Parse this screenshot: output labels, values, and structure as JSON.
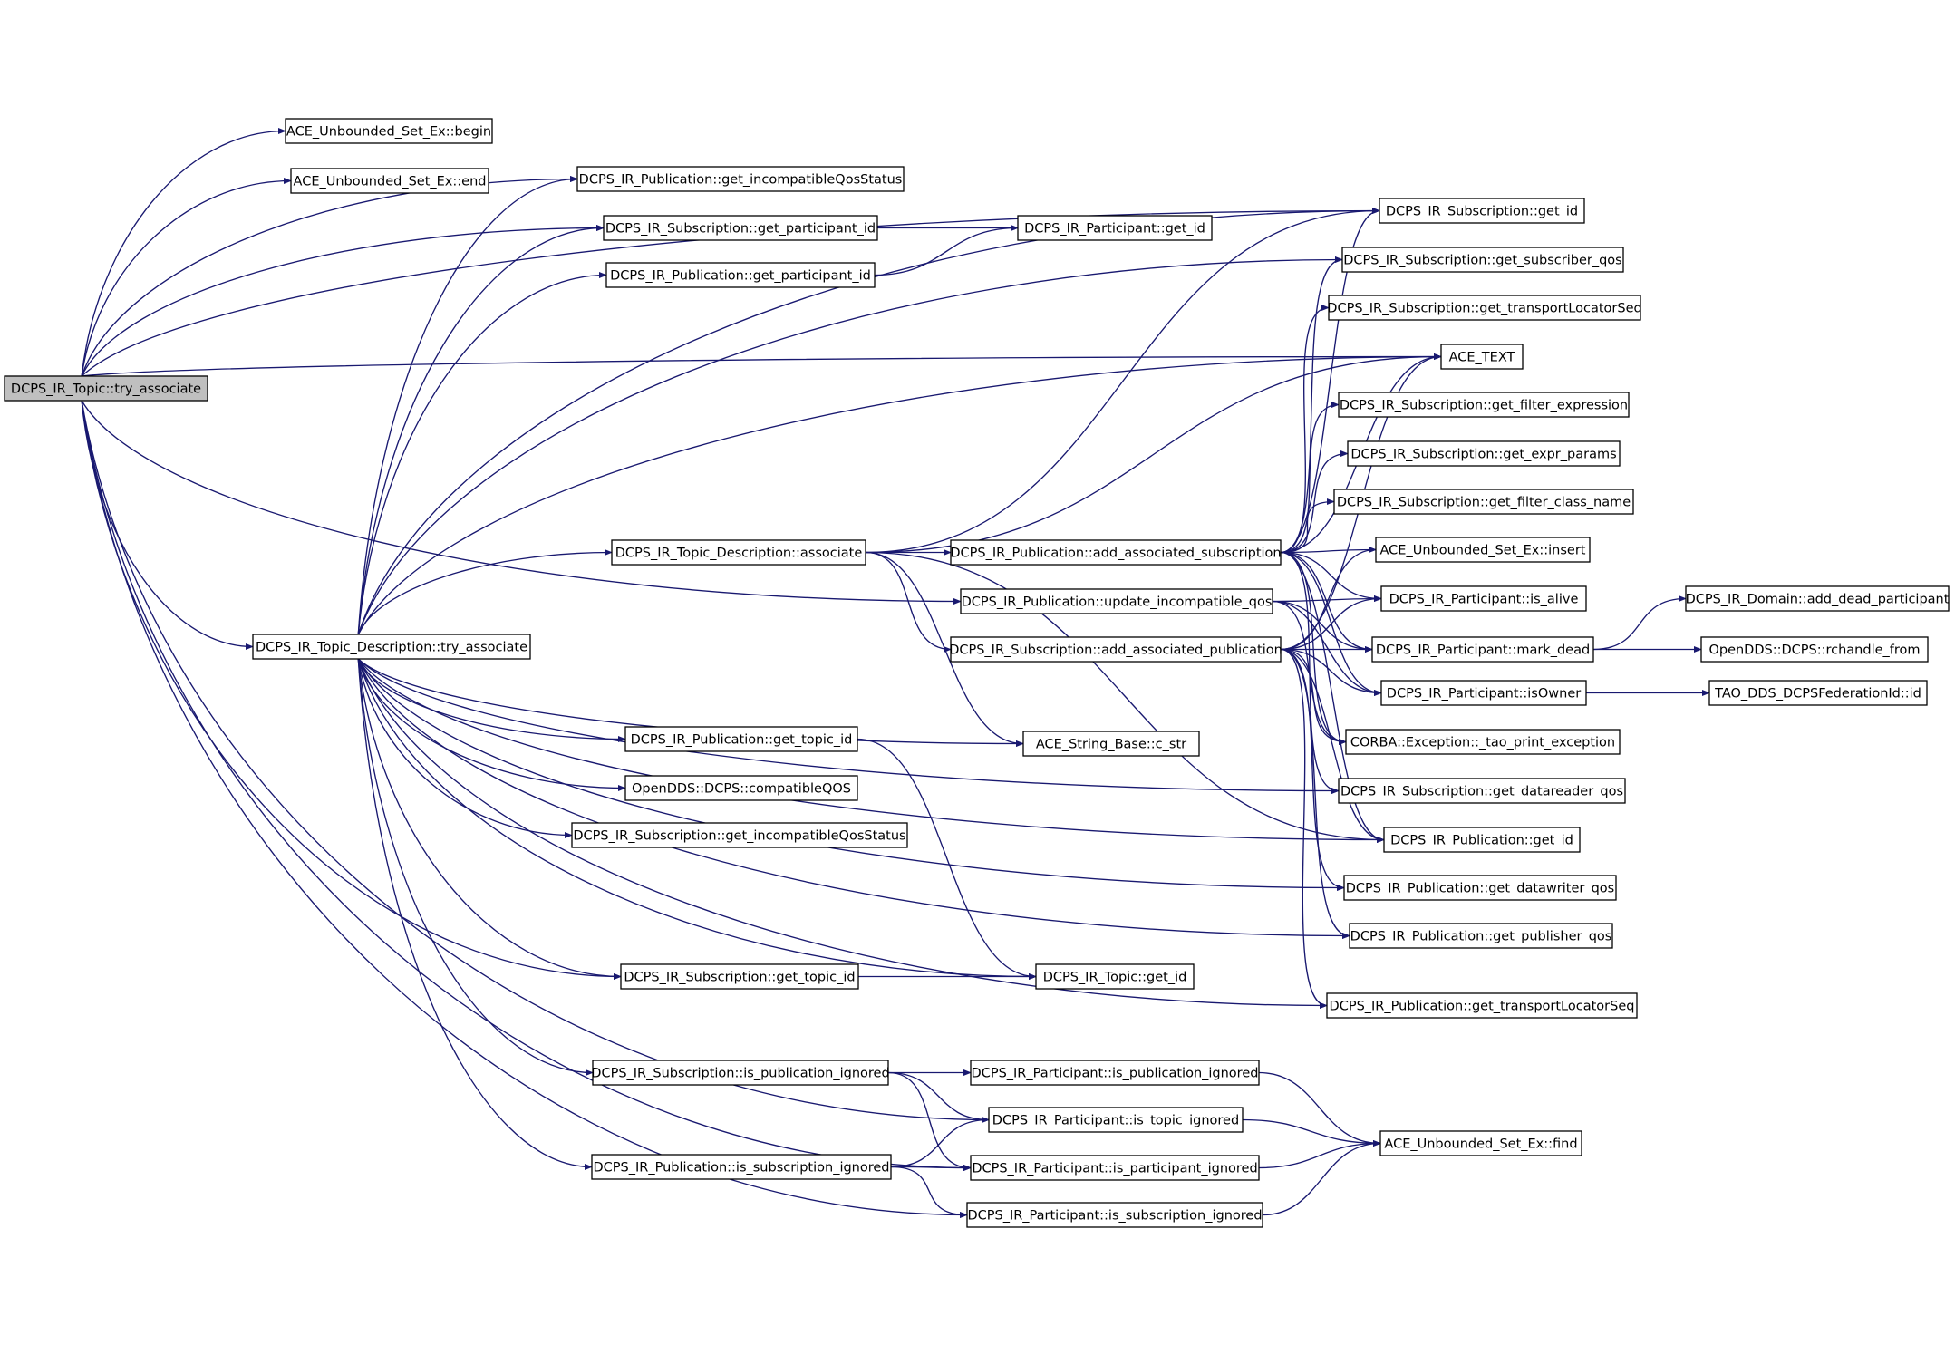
{
  "diagram": {
    "type": "call-graph",
    "edge_color": "#191970",
    "root_fill": "#bfbfbf",
    "node_fill": "#ffffff",
    "nodes": [
      {
        "id": "root",
        "label": "DCPS_IR_Topic::try_associate",
        "root": true
      },
      {
        "id": "ace_begin",
        "label": "ACE_Unbounded_Set_Ex::begin"
      },
      {
        "id": "ace_end",
        "label": "ACE_Unbounded_Set_Ex::end"
      },
      {
        "id": "pub_get_incompat",
        "label": "DCPS_IR_Publication::get_incompatibleQosStatus"
      },
      {
        "id": "sub_get_part_id",
        "label": "DCPS_IR_Subscription::get_participant_id"
      },
      {
        "id": "pub_get_part_id",
        "label": "DCPS_IR_Publication::get_participant_id"
      },
      {
        "id": "part_get_id",
        "label": "DCPS_IR_Participant::get_id"
      },
      {
        "id": "sub_get_id",
        "label": "DCPS_IR_Subscription::get_id"
      },
      {
        "id": "sub_get_subqos",
        "label": "DCPS_IR_Subscription::get_subscriber_qos"
      },
      {
        "id": "sub_get_tls",
        "label": "DCPS_IR_Subscription::get_transportLocatorSeq"
      },
      {
        "id": "ace_text",
        "label": "ACE_TEXT"
      },
      {
        "id": "sub_get_filter_expr",
        "label": "DCPS_IR_Subscription::get_filter_expression"
      },
      {
        "id": "sub_get_expr_params",
        "label": "DCPS_IR_Subscription::get_expr_params"
      },
      {
        "id": "sub_get_filter_class",
        "label": "DCPS_IR_Subscription::get_filter_class_name"
      },
      {
        "id": "topicdesc_associate",
        "label": "DCPS_IR_Topic_Description::associate"
      },
      {
        "id": "pub_add_assoc_sub",
        "label": "DCPS_IR_Publication::add_associated_subscription"
      },
      {
        "id": "ace_insert",
        "label": "ACE_Unbounded_Set_Ex::insert"
      },
      {
        "id": "pub_update_incompat",
        "label": "DCPS_IR_Publication::update_incompatible_qos"
      },
      {
        "id": "part_is_alive",
        "label": "DCPS_IR_Participant::is_alive"
      },
      {
        "id": "domain_add_dead",
        "label": "DCPS_IR_Domain::add_dead_participant"
      },
      {
        "id": "topicdesc_try_assoc",
        "label": "DCPS_IR_Topic_Description::try_associate"
      },
      {
        "id": "sub_add_assoc_pub",
        "label": "DCPS_IR_Subscription::add_associated_publication"
      },
      {
        "id": "part_mark_dead",
        "label": "DCPS_IR_Participant::mark_dead"
      },
      {
        "id": "rchandle_from",
        "label": "OpenDDS::DCPS::rchandle_from"
      },
      {
        "id": "part_is_owner",
        "label": "DCPS_IR_Participant::isOwner"
      },
      {
        "id": "tao_fed_id",
        "label": "TAO_DDS_DCPSFederationId::id"
      },
      {
        "id": "ace_cstr",
        "label": "ACE_String_Base::c_str"
      },
      {
        "id": "corba_print_ex",
        "label": "CORBA::Exception::_tao_print_exception"
      },
      {
        "id": "pub_get_topic_id",
        "label": "DCPS_IR_Publication::get_topic_id"
      },
      {
        "id": "compatible_qos",
        "label": "OpenDDS::DCPS::compatibleQOS"
      },
      {
        "id": "sub_get_dr_qos",
        "label": "DCPS_IR_Subscription::get_datareader_qos"
      },
      {
        "id": "sub_get_incompat",
        "label": "DCPS_IR_Subscription::get_incompatibleQosStatus"
      },
      {
        "id": "pub_get_id",
        "label": "DCPS_IR_Publication::get_id"
      },
      {
        "id": "pub_get_dw_qos",
        "label": "DCPS_IR_Publication::get_datawriter_qos"
      },
      {
        "id": "pub_get_pubqos",
        "label": "DCPS_IR_Publication::get_publisher_qos"
      },
      {
        "id": "sub_get_topic_id",
        "label": "DCPS_IR_Subscription::get_topic_id"
      },
      {
        "id": "topic_get_id",
        "label": "DCPS_IR_Topic::get_id"
      },
      {
        "id": "pub_get_tls",
        "label": "DCPS_IR_Publication::get_transportLocatorSeq"
      },
      {
        "id": "sub_is_pub_ignored",
        "label": "DCPS_IR_Subscription::is_publication_ignored"
      },
      {
        "id": "part_is_pub_ignored",
        "label": "DCPS_IR_Participant::is_publication_ignored"
      },
      {
        "id": "part_is_topic_ignored",
        "label": "DCPS_IR_Participant::is_topic_ignored"
      },
      {
        "id": "ace_find",
        "label": "ACE_Unbounded_Set_Ex::find"
      },
      {
        "id": "pub_is_sub_ignored",
        "label": "DCPS_IR_Publication::is_subscription_ignored"
      },
      {
        "id": "part_is_part_ignored",
        "label": "DCPS_IR_Participant::is_participant_ignored"
      },
      {
        "id": "part_is_sub_ignored",
        "label": "DCPS_IR_Participant::is_subscription_ignored"
      }
    ],
    "edges": [
      [
        "root",
        "ace_begin"
      ],
      [
        "root",
        "ace_end"
      ],
      [
        "root",
        "sub_get_id"
      ],
      [
        "root",
        "ace_text"
      ],
      [
        "root",
        "pub_get_incompat"
      ],
      [
        "root",
        "sub_get_part_id"
      ],
      [
        "root",
        "pub_update_incompat"
      ],
      [
        "root",
        "topicdesc_try_assoc"
      ],
      [
        "root",
        "sub_get_topic_id"
      ],
      [
        "root",
        "part_is_topic_ignored"
      ],
      [
        "root",
        "part_is_part_ignored"
      ],
      [
        "root",
        "part_is_sub_ignored"
      ],
      [
        "sub_get_part_id",
        "part_get_id"
      ],
      [
        "pub_get_part_id",
        "part_get_id"
      ],
      [
        "topicdesc_try_assoc",
        "pub_get_incompat"
      ],
      [
        "topicdesc_try_assoc",
        "sub_get_part_id"
      ],
      [
        "topicdesc_try_assoc",
        "pub_get_part_id"
      ],
      [
        "topicdesc_try_assoc",
        "sub_get_id"
      ],
      [
        "topicdesc_try_assoc",
        "sub_get_subqos"
      ],
      [
        "topicdesc_try_assoc",
        "ace_text"
      ],
      [
        "topicdesc_try_assoc",
        "topicdesc_associate"
      ],
      [
        "topicdesc_try_assoc",
        "ace_cstr"
      ],
      [
        "topicdesc_try_assoc",
        "pub_get_topic_id"
      ],
      [
        "topicdesc_try_assoc",
        "compatible_qos"
      ],
      [
        "topicdesc_try_assoc",
        "sub_get_incompat"
      ],
      [
        "topicdesc_try_assoc",
        "sub_get_dr_qos"
      ],
      [
        "topicdesc_try_assoc",
        "pub_get_id"
      ],
      [
        "topicdesc_try_assoc",
        "pub_get_dw_qos"
      ],
      [
        "topicdesc_try_assoc",
        "pub_get_pubqos"
      ],
      [
        "topicdesc_try_assoc",
        "sub_get_topic_id"
      ],
      [
        "topicdesc_try_assoc",
        "topic_get_id"
      ],
      [
        "topicdesc_try_assoc",
        "pub_get_tls"
      ],
      [
        "topicdesc_try_assoc",
        "sub_is_pub_ignored"
      ],
      [
        "topicdesc_try_assoc",
        "pub_is_sub_ignored"
      ],
      [
        "topicdesc_associate",
        "sub_get_id"
      ],
      [
        "topicdesc_associate",
        "ace_text"
      ],
      [
        "topicdesc_associate",
        "pub_add_assoc_sub"
      ],
      [
        "topicdesc_associate",
        "sub_add_assoc_pub"
      ],
      [
        "topicdesc_associate",
        "ace_cstr"
      ],
      [
        "topicdesc_associate",
        "pub_get_id"
      ],
      [
        "pub_add_assoc_sub",
        "sub_get_id"
      ],
      [
        "pub_add_assoc_sub",
        "sub_get_subqos"
      ],
      [
        "pub_add_assoc_sub",
        "sub_get_tls"
      ],
      [
        "pub_add_assoc_sub",
        "ace_text"
      ],
      [
        "pub_add_assoc_sub",
        "sub_get_filter_expr"
      ],
      [
        "pub_add_assoc_sub",
        "sub_get_expr_params"
      ],
      [
        "pub_add_assoc_sub",
        "sub_get_filter_class"
      ],
      [
        "pub_add_assoc_sub",
        "ace_insert"
      ],
      [
        "pub_add_assoc_sub",
        "part_is_alive"
      ],
      [
        "pub_add_assoc_sub",
        "part_mark_dead"
      ],
      [
        "pub_add_assoc_sub",
        "part_is_owner"
      ],
      [
        "pub_add_assoc_sub",
        "corba_print_ex"
      ],
      [
        "pub_add_assoc_sub",
        "sub_get_dr_qos"
      ],
      [
        "pub_add_assoc_sub",
        "pub_get_id"
      ],
      [
        "pub_update_incompat",
        "part_is_alive"
      ],
      [
        "pub_update_incompat",
        "part_mark_dead"
      ],
      [
        "pub_update_incompat",
        "part_is_owner"
      ],
      [
        "pub_update_incompat",
        "corba_print_ex"
      ],
      [
        "sub_add_assoc_pub",
        "ace_text"
      ],
      [
        "sub_add_assoc_pub",
        "ace_insert"
      ],
      [
        "sub_add_assoc_pub",
        "part_is_alive"
      ],
      [
        "sub_add_assoc_pub",
        "part_mark_dead"
      ],
      [
        "sub_add_assoc_pub",
        "part_is_owner"
      ],
      [
        "sub_add_assoc_pub",
        "corba_print_ex"
      ],
      [
        "sub_add_assoc_pub",
        "pub_get_id"
      ],
      [
        "sub_add_assoc_pub",
        "pub_get_dw_qos"
      ],
      [
        "sub_add_assoc_pub",
        "pub_get_pubqos"
      ],
      [
        "sub_add_assoc_pub",
        "pub_get_tls"
      ],
      [
        "part_mark_dead",
        "domain_add_dead"
      ],
      [
        "part_mark_dead",
        "rchandle_from"
      ],
      [
        "part_is_owner",
        "tao_fed_id"
      ],
      [
        "pub_get_topic_id",
        "topic_get_id"
      ],
      [
        "sub_get_topic_id",
        "topic_get_id"
      ],
      [
        "sub_is_pub_ignored",
        "part_is_pub_ignored"
      ],
      [
        "sub_is_pub_ignored",
        "part_is_topic_ignored"
      ],
      [
        "sub_is_pub_ignored",
        "part_is_part_ignored"
      ],
      [
        "pub_is_sub_ignored",
        "part_is_topic_ignored"
      ],
      [
        "pub_is_sub_ignored",
        "part_is_part_ignored"
      ],
      [
        "pub_is_sub_ignored",
        "part_is_sub_ignored"
      ],
      [
        "part_is_pub_ignored",
        "ace_find"
      ],
      [
        "part_is_topic_ignored",
        "ace_find"
      ],
      [
        "part_is_part_ignored",
        "ace_find"
      ],
      [
        "part_is_sub_ignored",
        "ace_find"
      ]
    ]
  }
}
